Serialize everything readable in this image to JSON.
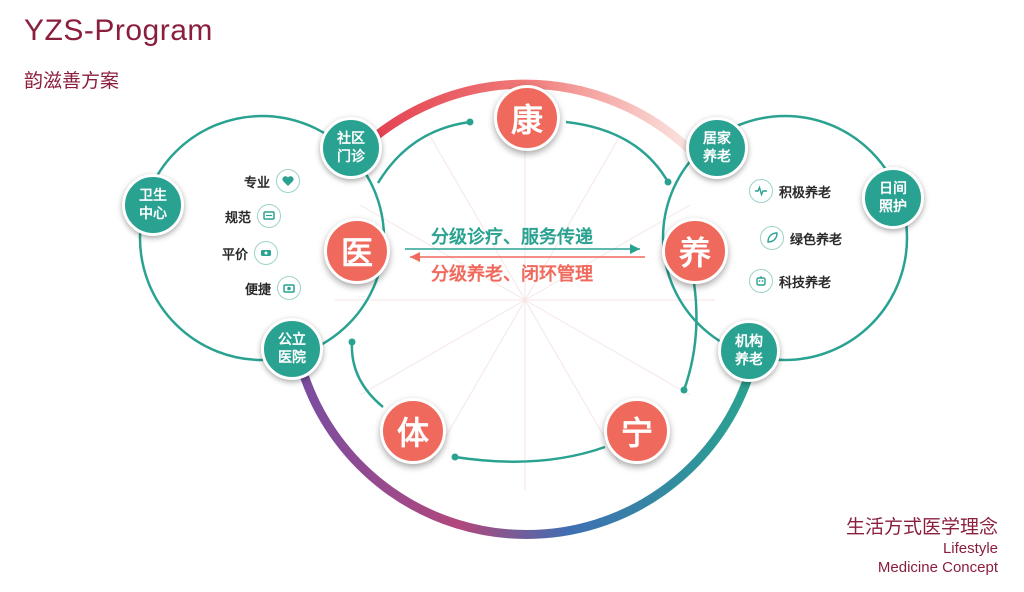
{
  "header": {
    "title": "YZS-Program",
    "subtitle": "韵滋善方案"
  },
  "footer": {
    "concept_cn": "生活方式医学理念",
    "concept_en_line1": "Lifestyle",
    "concept_en_line2": "Medicine Concept"
  },
  "center": {
    "slogan_top": "分级诊疗、服务传递",
    "slogan_bottom": "分级养老、闭环管理"
  },
  "core_nodes": {
    "kang": "康",
    "yi": "医",
    "yang": "养",
    "ti": "体",
    "ning": "宁"
  },
  "left_circle": {
    "nodes": {
      "community_clinic": "社区\n门诊",
      "health_center": "卫生\n中心",
      "public_hospital": "公立\n医院"
    },
    "features": [
      {
        "label": "专业",
        "icon": "heart-icon"
      },
      {
        "label": "规范",
        "icon": "monitor-icon"
      },
      {
        "label": "平价",
        "icon": "ticket-icon"
      },
      {
        "label": "便捷",
        "icon": "camera-icon"
      }
    ]
  },
  "right_circle": {
    "nodes": {
      "home_care": "居家\n养老",
      "day_care": "日间\n照护",
      "institution_care": "机构\n养老"
    },
    "features": [
      {
        "label": "积极养老",
        "icon": "heartbeat-icon"
      },
      {
        "label": "绿色养老",
        "icon": "leaf-icon"
      },
      {
        "label": "科技养老",
        "icon": "robot-icon"
      }
    ]
  },
  "colors": {
    "teal": "#2aa291",
    "coral": "#ef6a5d",
    "maroon": "#8a1f3d",
    "purple": "#7a4fa0",
    "blue": "#3e6fb3"
  }
}
